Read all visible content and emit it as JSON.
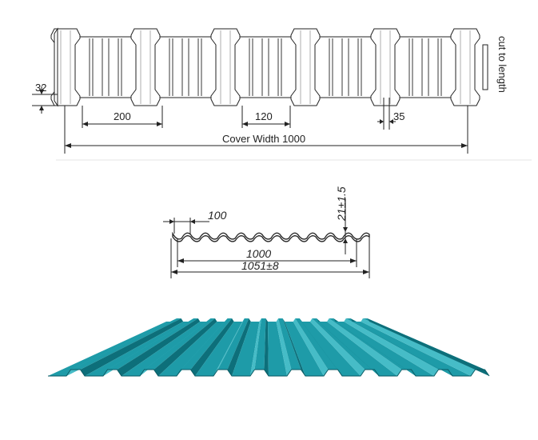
{
  "top_drawing": {
    "side_label": "cut to length",
    "dim_height": "32",
    "dim_pitch": "200",
    "dim_valley": "120",
    "dim_rib": "35",
    "dim_cover": "Cover Width 1000"
  },
  "middle_drawing": {
    "dim_pitch": "100",
    "dim_height": "21±1.5",
    "dim_cover": "1000",
    "dim_total": "1051±8"
  },
  "colors": {
    "sheet_main": "#1e9ba8",
    "sheet_light": "#46bcc7",
    "sheet_dark": "#0d6f7a",
    "line": "#222222"
  }
}
